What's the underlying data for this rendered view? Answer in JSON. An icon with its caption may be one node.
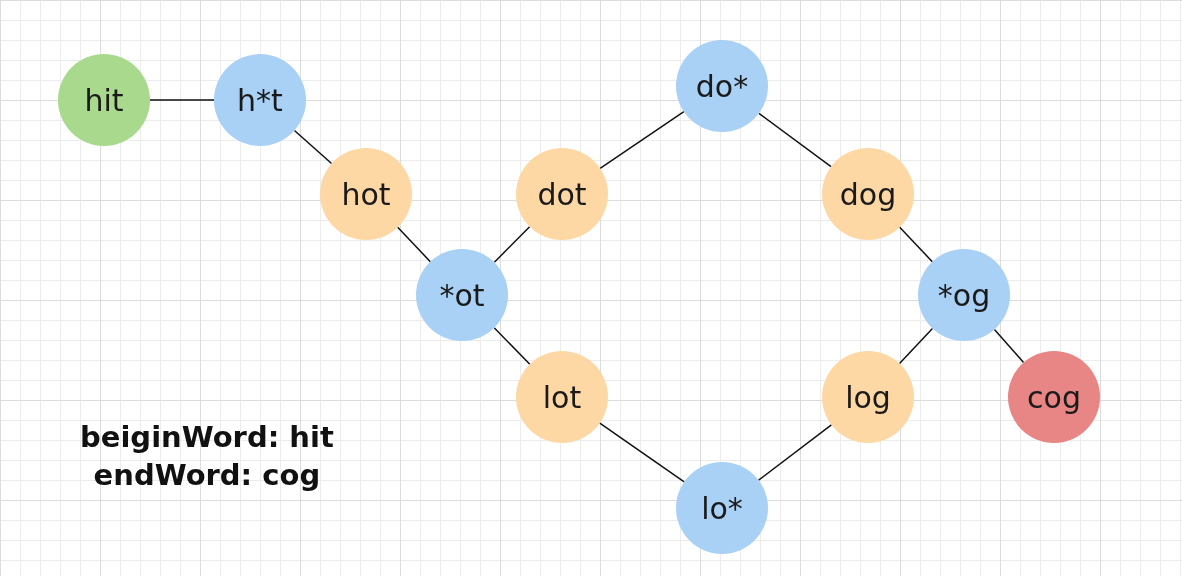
{
  "diagram": {
    "nodes": [
      {
        "text": [
          "hit"
        ]
      },
      {
        "text": [
          "h*t"
        ]
      },
      {
        "text": [
          "hot"
        ]
      },
      {
        "text": [
          "*ot"
        ]
      },
      {
        "text": [
          "dot"
        ]
      },
      {
        "text": [
          "do*"
        ]
      },
      {
        "text": [
          "dog"
        ]
      },
      {
        "text": [
          "*og"
        ]
      },
      {
        "text": [
          "lot"
        ]
      },
      {
        "text": [
          "lo*"
        ]
      },
      {
        "text": [
          "log"
        ]
      },
      {
        "text": [
          "cog"
        ]
      }
    ],
    "edges": [
      {
        "from": 0,
        "to": 1,
        "arrow": "none"
      },
      {
        "from": 1,
        "to": 2,
        "arrow": "none"
      },
      {
        "from": 2,
        "to": 3,
        "arrow": "none"
      },
      {
        "from": 3,
        "to": 4,
        "arrow": "none"
      },
      {
        "from": 4,
        "to": 5,
        "arrow": "none"
      },
      {
        "from": 5,
        "to": 6,
        "arrow": "none"
      },
      {
        "from": 6,
        "to": 7,
        "arrow": "none"
      },
      {
        "from": 3,
        "to": 8,
        "arrow": "none"
      },
      {
        "from": 8,
        "to": 9,
        "arrow": "none"
      },
      {
        "from": 9,
        "to": 10,
        "arrow": "none"
      },
      {
        "from": 10,
        "to": 7,
        "arrow": "none"
      },
      {
        "from": 7,
        "to": 11,
        "arrow": "none"
      }
    ],
    "labels": [
      "beiginWord: hit",
      "endWord: cog"
    ]
  }
}
